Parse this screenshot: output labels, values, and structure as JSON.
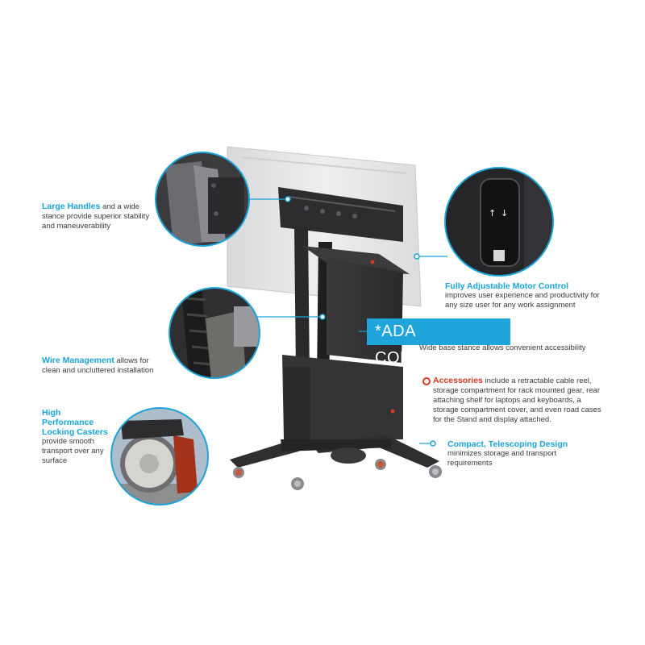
{
  "callouts": {
    "handles": {
      "title": "Large Handles",
      "rest": " and a wide stance provide superior stability and maneuverability"
    },
    "wire": {
      "title": "Wire Management",
      "rest": " allows for clean and uncluttered installation"
    },
    "casters": {
      "title": "High Performance Locking Casters",
      "rest": "provide smooth transport over any surface"
    },
    "motor": {
      "title": "Fully Adjustable Motor Control",
      "rest": "improves user experience and productivity for any size user for any work assignment"
    },
    "ada": {
      "label": "*ADA COMPLIANT",
      "rest": "Wide base stance allows convenient accessibility"
    },
    "accessories": {
      "title": "Accessories",
      "rest": " include a retractable cable reel, storage compartment for rack mounted gear, rear attaching shelf for laptops and keyboards, a storage compartment cover, and even road cases for the Stand and display attached."
    },
    "compact": {
      "title": "Compact, Telescoping Design",
      "rest": "minimizes storage and transport requirements"
    }
  },
  "colors": {
    "accent_blue": "#1aa3d8",
    "accent_red": "#d93a1c",
    "stand_dark": "#2b2b2d",
    "display_gray": "#e8e8ea"
  },
  "icons": [
    "motor-up-arrow-icon",
    "motor-down-arrow-icon",
    "brand-logo-icon"
  ]
}
